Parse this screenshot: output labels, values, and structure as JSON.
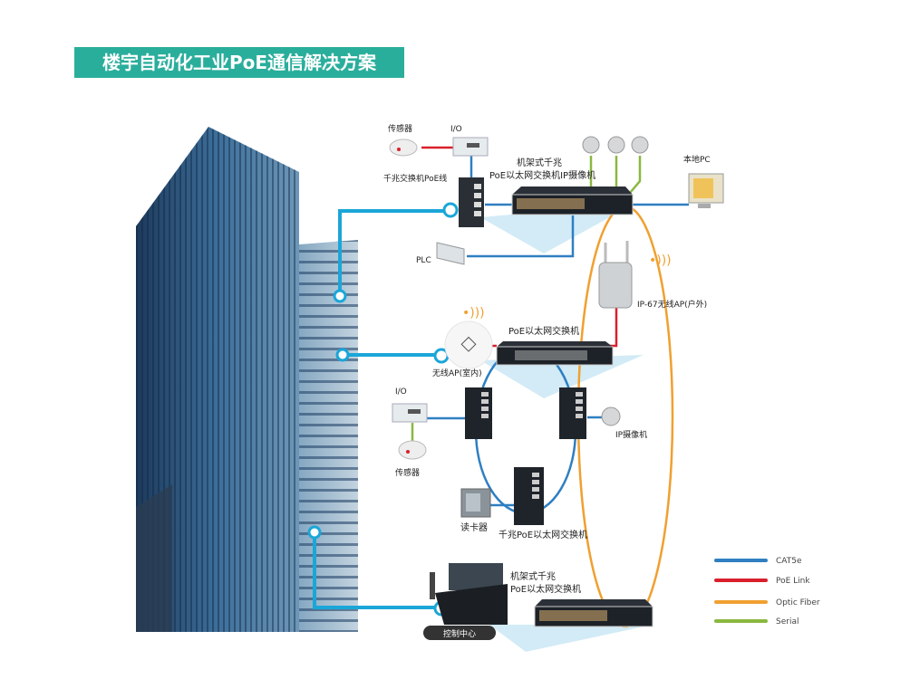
{
  "title": "楼宇自动化工业PoE通信解决方案",
  "labels": {
    "sensor_top": "传感器",
    "io_top": "I/O",
    "gigabit_din_switch": "千兆交换机PoE线",
    "rack_switch_top_line1": "机架式千兆",
    "rack_switch_top_line2": "PoE以太网交换机IP摄像机",
    "local_pc": "本地PC",
    "plc": "PLC",
    "outdoor_ap": "IP-67无线AP(户外)",
    "poe_switch": "PoE以太网交换机",
    "indoor_ap": "无线AP(室内)",
    "io_mid": "I/O",
    "sensor_mid": "传感器",
    "ip_camera": "IP摄像机",
    "card_reader": "读卡器",
    "gigabit_poe_switch": "千兆PoE以太网交换机",
    "rack_switch_bottom_line1": "机架式千兆",
    "rack_switch_bottom_line2": "PoE以太网交换机",
    "control_center": "控制中心"
  },
  "legend": [
    {
      "label": "CAT5e",
      "color": "#2f7fc1"
    },
    {
      "label": "PoE Link",
      "color": "#d9202c"
    },
    {
      "label": "Optic Fiber",
      "color": "#f0a030"
    },
    {
      "label": "Serial",
      "color": "#8ab840"
    }
  ],
  "colors": {
    "title_bg": "#2aae9c",
    "building_link": "#1aa6d8"
  }
}
